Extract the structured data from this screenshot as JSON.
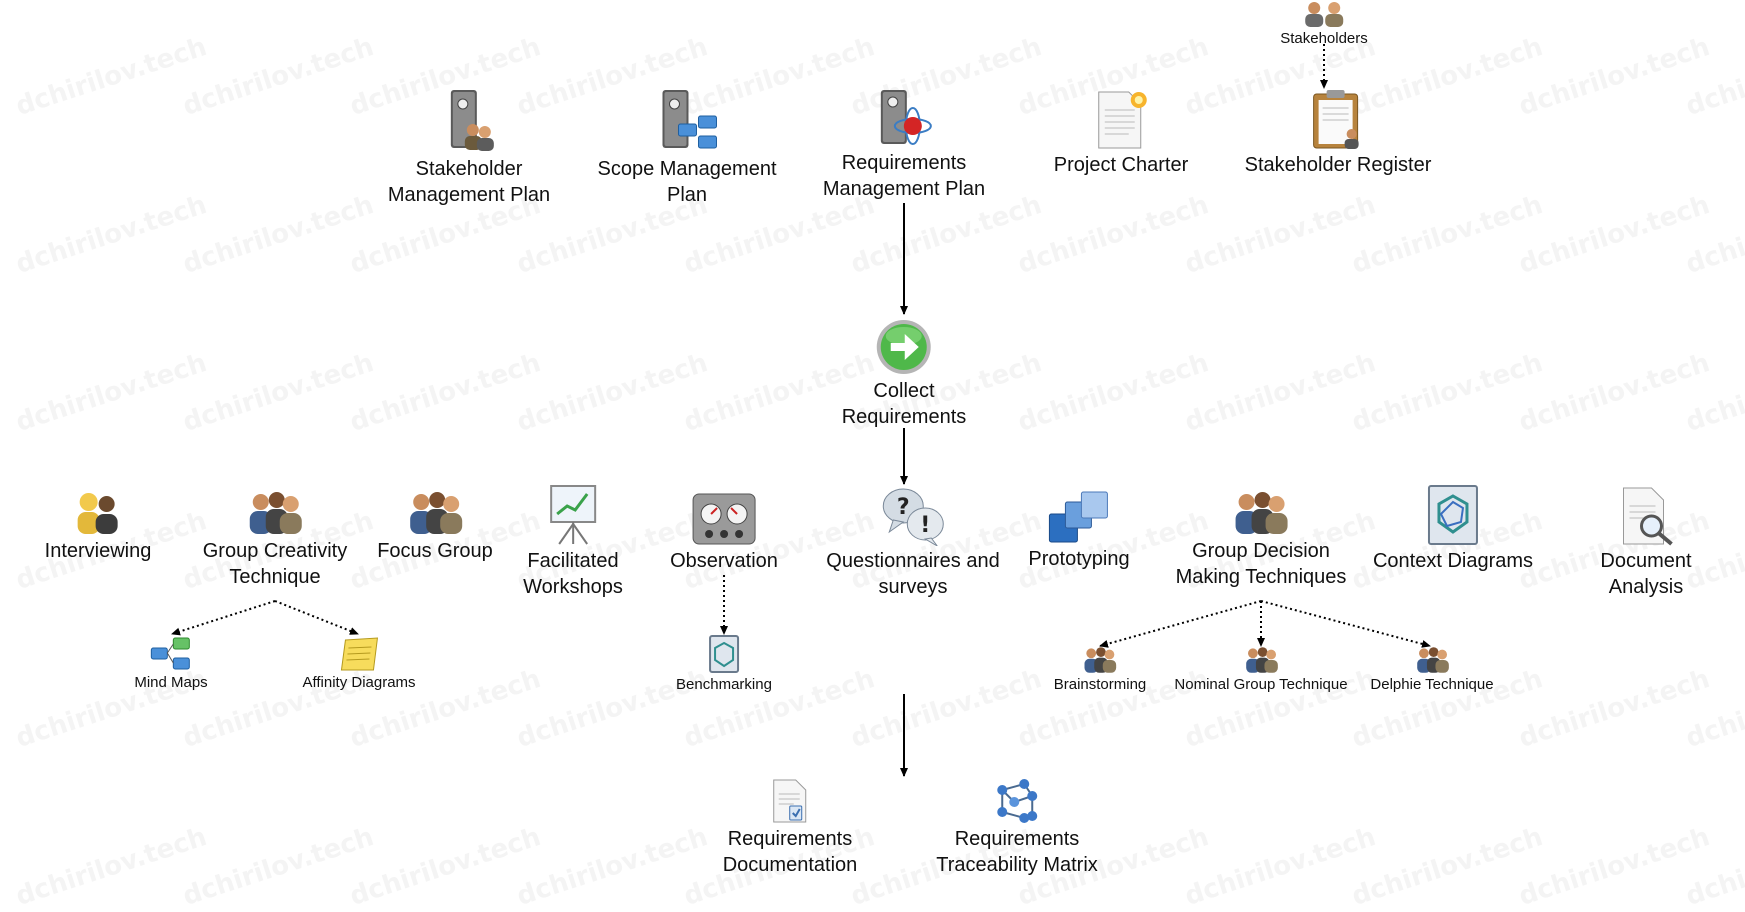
{
  "watermark": {
    "text": "dchirilov.tech"
  },
  "nodes": {
    "stakeholders": {
      "label": "Stakeholders",
      "icon": "two-people-icon"
    },
    "stakeholder_mgmt_plan": {
      "label": "Stakeholder\nManagement Plan",
      "icon": "binder-people-icon"
    },
    "scope_mgmt_plan": {
      "label": "Scope Management\nPlan",
      "icon": "binder-blocks-icon"
    },
    "req_mgmt_plan": {
      "label": "Requirements\nManagement Plan",
      "icon": "binder-atom-icon"
    },
    "project_charter": {
      "label": "Project Charter",
      "icon": "document-star-icon"
    },
    "stakeholder_register": {
      "label": "Stakeholder Register",
      "icon": "clipboard-person-icon"
    },
    "collect_requirements": {
      "label": "Collect\nRequirements",
      "icon": "green-arrow-button-icon"
    },
    "interviewing": {
      "label": "Interviewing",
      "icon": "two-people-talking-icon"
    },
    "group_creativity": {
      "label": "Group Creativity\nTechnique",
      "icon": "group-people-icon"
    },
    "focus_group": {
      "label": "Focus Group",
      "icon": "group-people-icon"
    },
    "facilitated_workshops": {
      "label": "Facilitated\nWorkshops",
      "icon": "presentation-board-icon"
    },
    "observation": {
      "label": "Observation",
      "icon": "gauges-panel-icon"
    },
    "questionnaires": {
      "label": "Questionnaires and\nsurveys",
      "icon": "question-bubbles-icon"
    },
    "prototyping": {
      "label": "Prototyping",
      "icon": "stacked-squares-icon"
    },
    "group_decision": {
      "label": "Group Decision\nMaking Techniques",
      "icon": "group-people-icon"
    },
    "context_diagrams": {
      "label": "Context Diagrams",
      "icon": "context-diagram-icon"
    },
    "document_analysis": {
      "label": "Document Analysis",
      "icon": "document-magnifier-icon"
    },
    "mind_maps": {
      "label": "Mind Maps",
      "icon": "mind-map-icon"
    },
    "affinity_diagrams": {
      "label": "Affinity Diagrams",
      "icon": "sticky-note-icon"
    },
    "benchmarking": {
      "label": "Benchmarking",
      "icon": "benchmark-icon"
    },
    "brainstorming": {
      "label": "Brainstorming",
      "icon": "group-people-icon"
    },
    "nominal_group": {
      "label": "Nominal Group Technique",
      "icon": "group-people-icon"
    },
    "delphie": {
      "label": "Delphie Technique",
      "icon": "group-people-icon"
    },
    "req_documentation": {
      "label": "Requirements\nDocumentation",
      "icon": "document-checklist-icon"
    },
    "req_traceability": {
      "label": "Requirements\nTraceability Matrix",
      "icon": "molecule-matrix-icon"
    }
  },
  "edges": [
    {
      "from": "stakeholders",
      "to": "stakeholder_register",
      "style": "dotted"
    },
    {
      "from": "req_mgmt_plan",
      "to": "collect_requirements",
      "style": "solid"
    },
    {
      "from": "collect_requirements",
      "to": "questionnaires",
      "style": "solid"
    },
    {
      "from": "group_creativity",
      "to": "mind_maps",
      "style": "dotted"
    },
    {
      "from": "group_creativity",
      "to": "affinity_diagrams",
      "style": "dotted"
    },
    {
      "from": "observation",
      "to": "benchmarking",
      "style": "dotted"
    },
    {
      "from": "group_decision",
      "to": "brainstorming",
      "style": "dotted"
    },
    {
      "from": "group_decision",
      "to": "nominal_group",
      "style": "dotted"
    },
    {
      "from": "group_decision",
      "to": "delphie",
      "style": "dotted"
    },
    {
      "from": "techniques",
      "to": "outputs",
      "style": "solid"
    }
  ]
}
